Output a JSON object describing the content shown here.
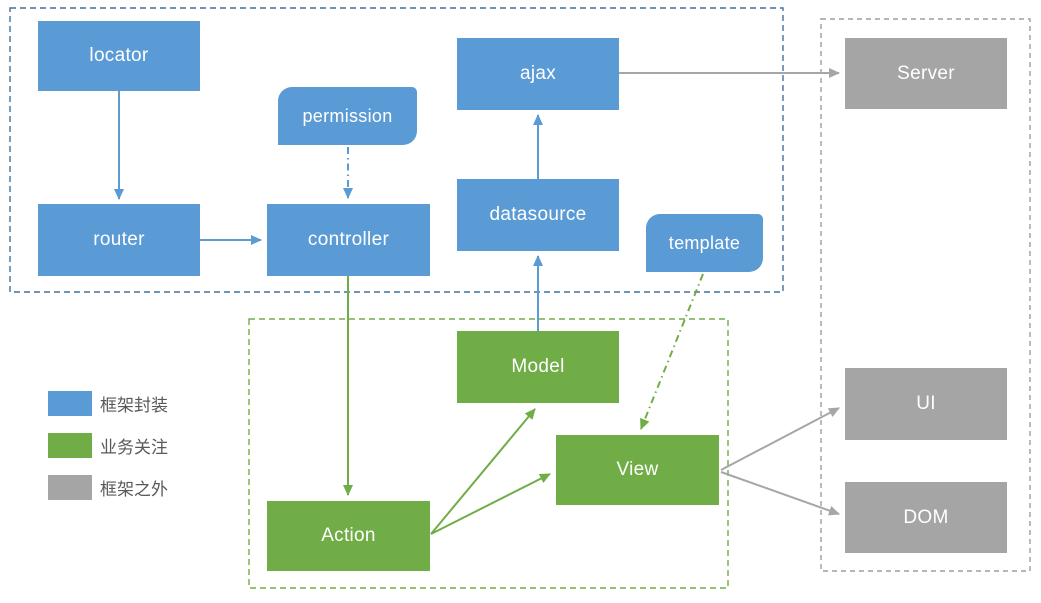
{
  "nodes": {
    "locator": "locator",
    "router": "router",
    "controller": "controller",
    "permission": "permission",
    "ajax": "ajax",
    "datasource": "datasource",
    "template": "template",
    "server": "Server",
    "model": "Model",
    "view": "View",
    "action": "Action",
    "ui": "UI",
    "dom": "DOM"
  },
  "legend": {
    "items": [
      {
        "label": "框架封装",
        "color": "#5b9bd5"
      },
      {
        "label": "业务关注",
        "color": "#70ad47"
      },
      {
        "label": "框架之外",
        "color": "#a5a5a5"
      }
    ]
  },
  "groups": [
    {
      "name": "framework-group",
      "border_color": "#41719c",
      "style": "dashed"
    },
    {
      "name": "business-group",
      "border_color": "#70ad47",
      "style": "dashed"
    },
    {
      "name": "external-group",
      "border_color": "#9e9e9e",
      "style": "dashed"
    }
  ],
  "edges": [
    {
      "from": "locator",
      "to": "router",
      "style": "solid",
      "color": "#5b9bd5"
    },
    {
      "from": "router",
      "to": "controller",
      "style": "solid",
      "color": "#5b9bd5"
    },
    {
      "from": "permission",
      "to": "controller",
      "style": "dash-dot",
      "color": "#5b9bd5"
    },
    {
      "from": "datasource",
      "to": "ajax",
      "style": "solid",
      "color": "#5b9bd5"
    },
    {
      "from": "model",
      "to": "datasource",
      "style": "solid",
      "color": "#5b9bd5"
    },
    {
      "from": "ajax",
      "to": "server",
      "style": "solid",
      "color": "#a6a6a6"
    },
    {
      "from": "controller",
      "to": "action",
      "style": "solid",
      "color": "#70ad47"
    },
    {
      "from": "action",
      "to": "model",
      "style": "solid",
      "color": "#70ad47"
    },
    {
      "from": "action",
      "to": "view",
      "style": "solid",
      "color": "#70ad47"
    },
    {
      "from": "template",
      "to": "view",
      "style": "dash-dot",
      "color": "#70ad47"
    },
    {
      "from": "view",
      "to": "ui",
      "style": "solid",
      "color": "#a6a6a6"
    },
    {
      "from": "view",
      "to": "dom",
      "style": "solid",
      "color": "#a6a6a6"
    }
  ],
  "colors": {
    "framework_blue": "#5b9bd5",
    "business_green": "#70ad47",
    "external_gray": "#a5a5a5",
    "arrow_gray": "#a6a6a6",
    "dashed_blue": "#41719c",
    "dashed_green": "#70ad47",
    "dashed_gray": "#9e9e9e"
  }
}
